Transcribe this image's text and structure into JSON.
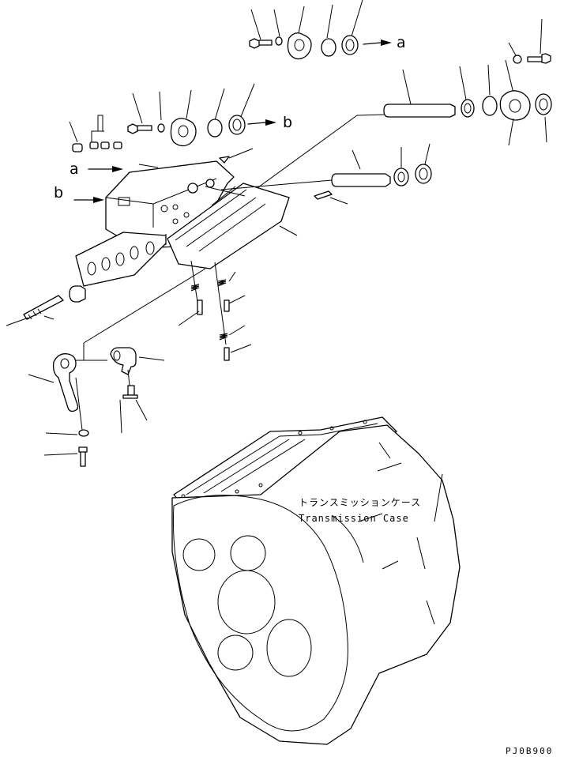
{
  "callouts": {
    "a": "a",
    "b": "b"
  },
  "case_label": {
    "jp": "トランスミッションケース",
    "en": "Transmission Case"
  },
  "drawing_code": "PJ0B900"
}
